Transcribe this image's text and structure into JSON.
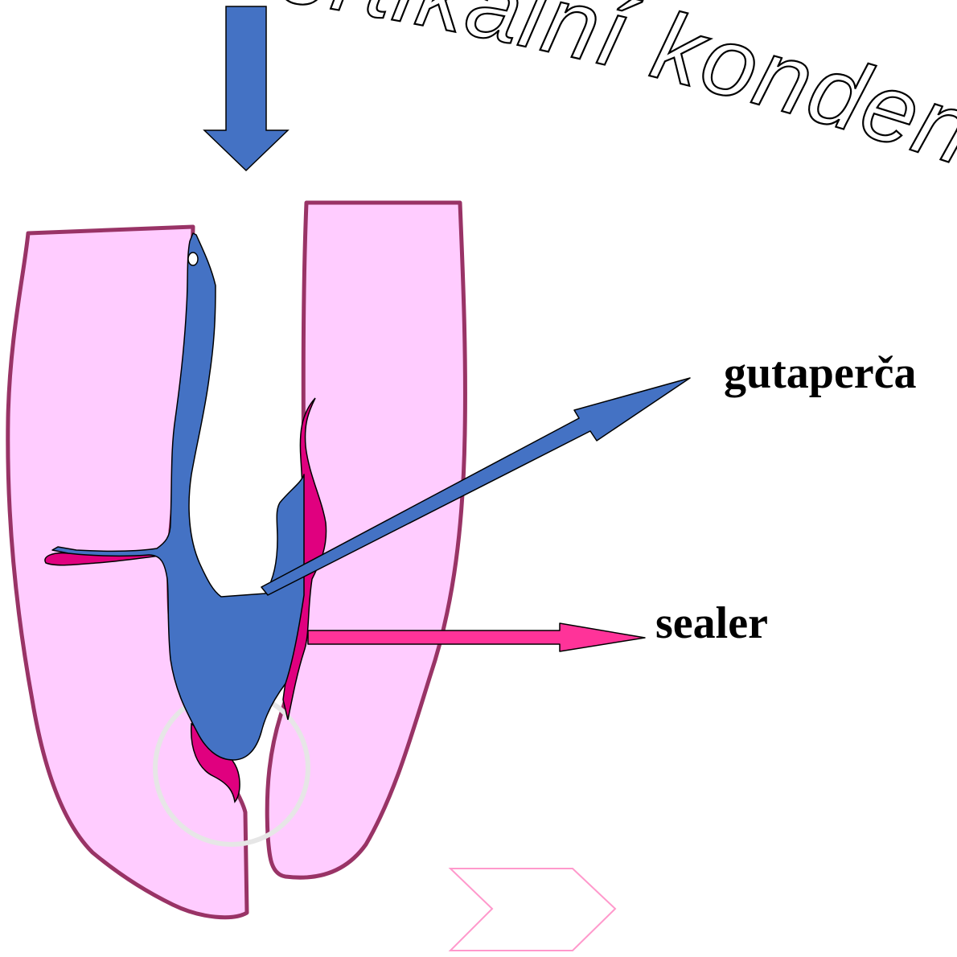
{
  "title": "vertikalní kondenzace",
  "labels": {
    "gutta_percha": "gutaperča",
    "sealer": "sealer"
  },
  "colors": {
    "tooth": "#FFCCFF",
    "tooth_outline": "#993366",
    "gutta_percha": "#4472C4",
    "sealer": "#E0007F",
    "sealer_arrow": "#FF3399",
    "apex_circle": "#E6E6E6",
    "next_chevron": "#FF99CC"
  },
  "icons": {
    "compression_arrow": "down-arrow-icon",
    "next_button": "chevron-right-icon"
  }
}
